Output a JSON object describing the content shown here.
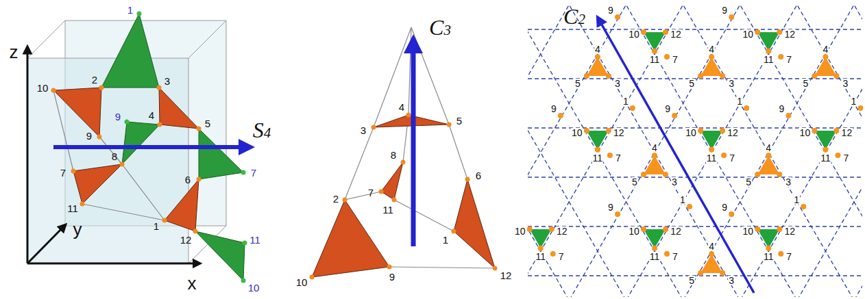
{
  "diagram": {
    "labels": [
      "z",
      "y",
      "x",
      "S4",
      "1",
      "2",
      "3",
      "10",
      "9",
      "4",
      "5",
      "9",
      "8",
      "7",
      "7",
      "6",
      "11",
      "1",
      "12",
      "11",
      "10",
      "C3",
      "4",
      "3",
      "5",
      "8",
      "2",
      "7",
      "11",
      "6",
      "1",
      "10",
      "9",
      "12",
      "C2",
      "10",
      "12",
      "11",
      "7",
      "10",
      "12",
      "11",
      "7",
      "10",
      "12",
      "11",
      "7",
      "10",
      "12",
      "11",
      "7",
      "10",
      "12",
      "11",
      "7",
      "10",
      "12",
      "11",
      "7",
      "10",
      "12",
      "11",
      "7",
      "10",
      "12",
      "11",
      "7",
      "4",
      "5",
      "3",
      "4",
      "5",
      "3",
      "4",
      "5",
      "3",
      "4",
      "5",
      "3",
      "4",
      "5",
      "3",
      "4",
      "5",
      "3",
      "9",
      "9",
      "9",
      "9",
      "9",
      "9",
      "9",
      "1",
      "1",
      "1",
      "1",
      "1"
    ]
  }
}
